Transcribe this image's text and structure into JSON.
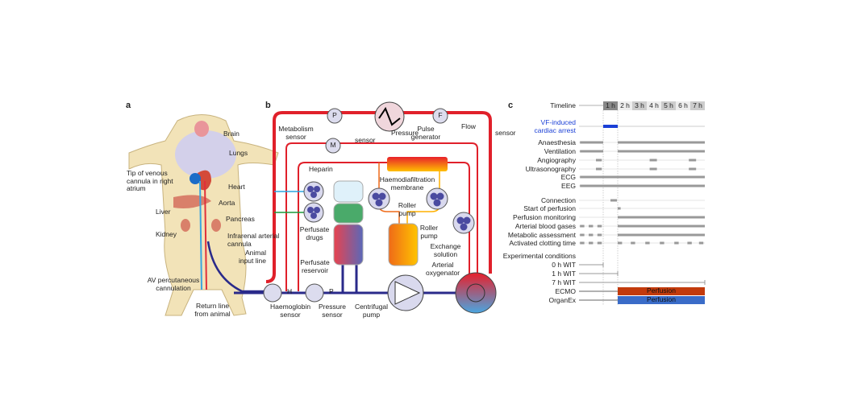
{
  "panels": {
    "a": "a",
    "b": "b",
    "c": "c"
  },
  "panel_a": {
    "labels": [
      "Brain",
      "Lungs",
      "Tip of venous cannula in right atrium",
      "Heart",
      "Aorta",
      "Liver",
      "Pancreas",
      "Kidney",
      "Infrarenal arterial cannula",
      "Animal input line",
      "AV percutaneous cannulation",
      "Return line from animal"
    ]
  },
  "panel_b": {
    "circles": {
      "p": "P",
      "m": "M",
      "f": "F",
      "h": "H",
      "p2": "P"
    },
    "labels": {
      "metabolism_sensor": "Metabolism sensor",
      "pressure_sensor_top": "sensor",
      "pressure": "Pressure",
      "pulse_generator": "Pulse generator",
      "flow": "Flow",
      "flow_sensor": "sensor",
      "heparin": "Heparin",
      "membrane": "Haemodiafiltration membrane",
      "roller_pump_1": "Roller pump",
      "roller_pump_2": "Roller pump",
      "perfusate_drugs": "Perfusate drugs",
      "exchange_solution": "Exchange solution",
      "perfusate_reservoir": "Perfusate reservoir",
      "arterial_oxygenator": "Arterial oxygenator",
      "haemoglobin_sensor": "Haemoglobin sensor",
      "pressure_sensor": "Pressure sensor",
      "centrifugal_pump": "Centrifugal pump"
    }
  },
  "panel_c": {
    "timeline_label": "Timeline",
    "hours": [
      "1 h",
      "2 h",
      "3 h",
      "4 h",
      "5 h",
      "6 h",
      "7 h"
    ],
    "vf_label": "VF-induced cardiac arrest",
    "colors": {
      "vf": "#1a3fd6",
      "ecmo": "#c23a0c",
      "organex": "#3a6cc8",
      "bar": "#999999"
    },
    "rows": [
      {
        "label": "Anaesthesia",
        "segs": [
          [
            -1.6,
            0
          ],
          [
            1,
            7
          ]
        ]
      },
      {
        "label": "Ventilation",
        "segs": [
          [
            -1.6,
            0
          ],
          [
            1,
            7
          ]
        ]
      },
      {
        "label": "Angiography",
        "segs": [
          [
            -0.5,
            -0.1
          ],
          [
            3.2,
            3.7
          ],
          [
            5.9,
            6.4
          ]
        ]
      },
      {
        "label": "Ultrasonography",
        "segs": [
          [
            -0.5,
            -0.1
          ],
          [
            3.2,
            3.7
          ],
          [
            5.9,
            6.4
          ]
        ]
      },
      {
        "label": "ECG",
        "segs": [
          [
            -1.6,
            7
          ]
        ]
      },
      {
        "label": "EEG",
        "segs": [
          [
            -1.6,
            7
          ]
        ]
      },
      {
        "label": "Connection",
        "segs": [
          [
            0.5,
            0.95
          ]
        ]
      },
      {
        "label": "Start of perfusion",
        "segs": [
          [
            1,
            1.2
          ]
        ]
      },
      {
        "label": "Perfusion monitoring",
        "segs": [
          [
            1,
            7
          ]
        ]
      },
      {
        "label": "Arterial blood gases",
        "segs": [
          [
            -1.6,
            -1.3
          ],
          [
            -1.0,
            -0.7
          ],
          [
            -0.4,
            -0.1
          ],
          [
            1,
            7
          ]
        ]
      },
      {
        "label": "Metabolic assessment",
        "segs": [
          [
            -1.6,
            -1.3
          ],
          [
            -1.0,
            -0.7
          ],
          [
            -0.4,
            -0.1
          ],
          [
            1,
            7
          ]
        ]
      },
      {
        "label": "Activated clotting time",
        "segs": [
          [
            -1.6,
            -1.3
          ],
          [
            -1.0,
            -0.7
          ],
          [
            -0.4,
            -0.1
          ],
          [
            1,
            1.3
          ],
          [
            1.9,
            2.2
          ],
          [
            2.9,
            3.2
          ],
          [
            3.9,
            4.2
          ],
          [
            4.9,
            5.2
          ],
          [
            5.8,
            6.1
          ],
          [
            6.6,
            6.9
          ]
        ]
      }
    ],
    "conditions_label": "Experimental conditions",
    "conditions": [
      {
        "label": "0 h WIT",
        "end": 0
      },
      {
        "label": "1 h WIT",
        "end": 1
      },
      {
        "label": "7 h WIT",
        "end": 7
      },
      {
        "label": "ECMO",
        "bar": "Perfusion"
      },
      {
        "label": "OrganEx",
        "bar": "Perfusion"
      }
    ]
  }
}
